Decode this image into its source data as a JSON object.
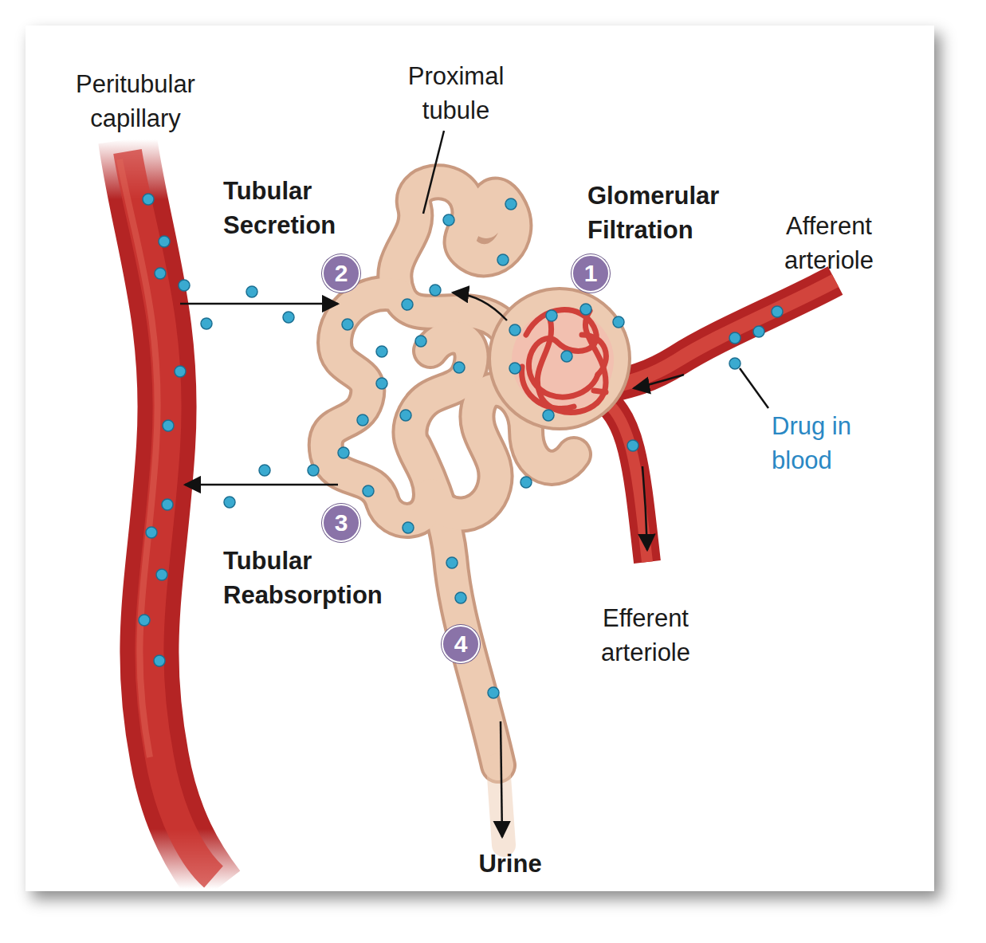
{
  "diagram": {
    "labels": [
      "Peritubular capillary",
      "Proximal tubule",
      "Tubular Secretion",
      "Glomerular Filtration",
      "Afferent arteriole",
      "2",
      "1",
      "Drug in blood",
      "3",
      "Tubular Reabsorption",
      "Efferent arteriole",
      "4",
      "Urine"
    ]
  }
}
